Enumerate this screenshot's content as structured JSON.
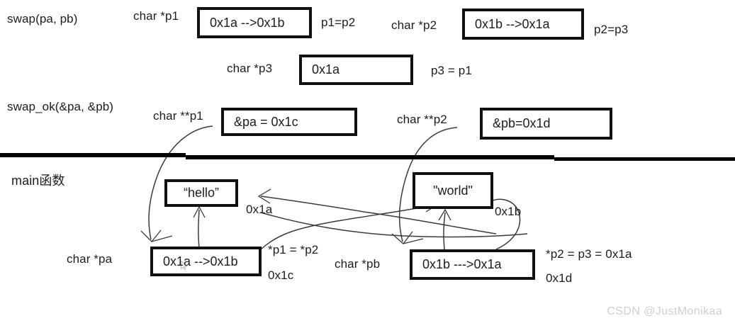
{
  "diagram": {
    "title_watermark": "CSDN @JustMonikaa",
    "sections": {
      "swap": "swap(pa, pb)",
      "swap_ok": "swap_ok(&pa, &pb)",
      "main": "main函数"
    },
    "swap_frame": {
      "p1_label": "char *p1",
      "p1_box": "0x1a -->0x1b",
      "p1_note": "p1=p2",
      "p2_label": "char *p2",
      "p2_box": "0x1b -->0x1a",
      "p2_note": "p2=p3",
      "p3_label": "char *p3",
      "p3_box": "0x1a",
      "p3_note": "p3 = p1"
    },
    "swap_ok_frame": {
      "pp1_label": "char **p1",
      "pp1_box": "&pa = 0x1c",
      "pp2_label": "char **p2",
      "pp2_box": "&pb=0x1d"
    },
    "main_frame": {
      "hello_box": "“hello”",
      "hello_addr": "0x1a",
      "world_box": "\"world\"",
      "world_addr": "0x1b",
      "pa_label": "char *pa",
      "pa_box": "0x1a -->0x1b",
      "pa_addr": "0x1c",
      "pa_note": "*p1 = *p2",
      "pb_label": "char *pb",
      "pb_box": "0x1b --->0x1a",
      "pb_addr": "0x1d",
      "pb_note": "*p2 = p3 = 0x1a"
    },
    "colors": {
      "ink": "#1d1d1d",
      "box_border": "#111111",
      "wire": "#3a3a3a",
      "divider": "#000000",
      "watermark": "#cfcfcf",
      "background": "#ffffff"
    }
  }
}
